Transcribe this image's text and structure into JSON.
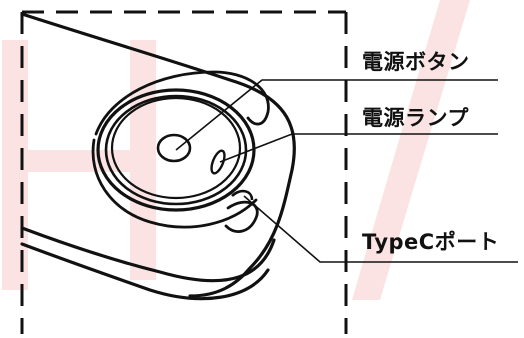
{
  "callouts": {
    "power_button": "電源ボタン",
    "power_lamp": "電源ランプ",
    "typec_port": "TypeCポート"
  },
  "colors": {
    "line": "#111111",
    "watermark": "#fbe3e3",
    "background": "#ffffff"
  }
}
